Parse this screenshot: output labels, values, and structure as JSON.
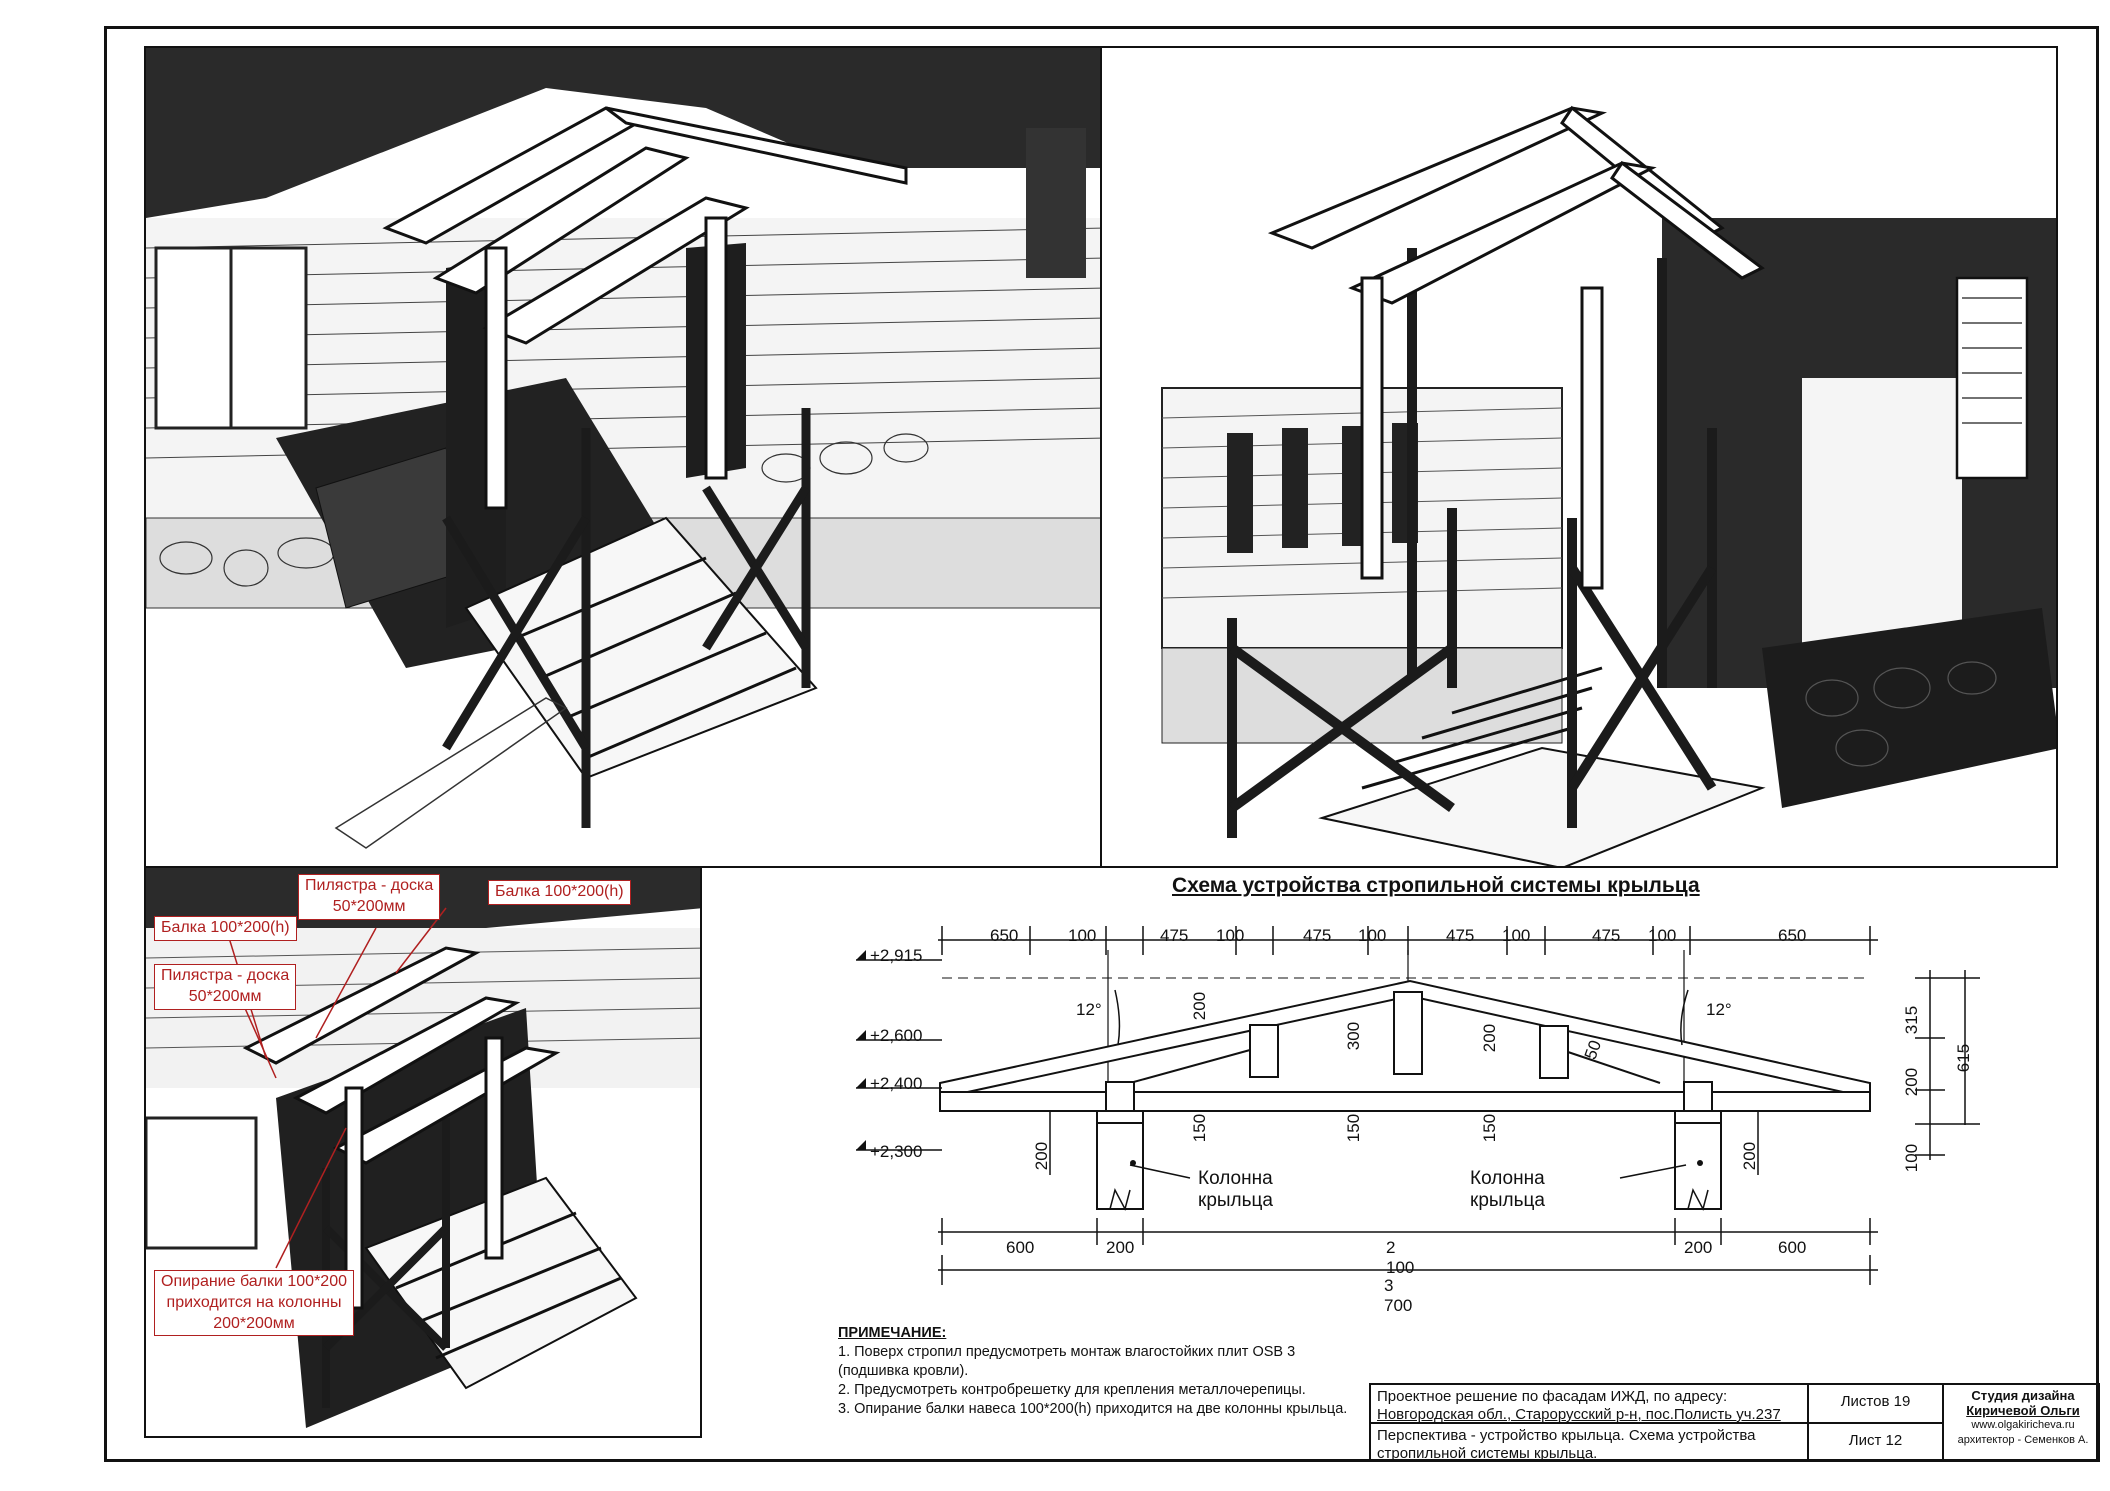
{
  "callouts": {
    "pilaster_top": [
      "Пилястра - доска",
      "50*200мм"
    ],
    "beam_top_right": "Балка 100*200(h)",
    "beam_left": "Балка 100*200(h)",
    "pilaster_left": [
      "Пилястра - доска",
      "50*200мм"
    ],
    "support": [
      "Опирание балки 100*200",
      "приходится на колонны",
      "200*200мм"
    ]
  },
  "scheme": {
    "title": "Схема устройства стропильной системы крыльца",
    "top_dims": [
      "650",
      "100",
      "475",
      "100",
      "475",
      "100",
      "475",
      "100",
      "475",
      "100",
      "650"
    ],
    "levels": [
      "+2,915",
      "+2,600",
      "+2,400",
      "+2,300"
    ],
    "slope": "12°",
    "member_dims": {
      "post_left": "200",
      "post_mid": "300",
      "post_right": "200",
      "strut": "50",
      "column_top": "150"
    },
    "right_dims": {
      "d315": "315",
      "d200": "200",
      "d100": "100",
      "d615": "615"
    },
    "column_dims": {
      "left_h": "200",
      "right_h": "200"
    },
    "column_label": "Колонна крыльца",
    "bottom_dims": [
      "600",
      "200",
      "2 100",
      "200",
      "600"
    ],
    "total": "3 700"
  },
  "notes": {
    "heading": "ПРИМЕЧАНИЕ:",
    "lines": [
      "1. Поверх стропил предусмотреть монтаж влагостойких плит OSB 3 (подшивка кровли).",
      "2. Предусмотреть контробрешетку для крепления металлочерепицы.",
      "3. Опирание балки навеса 100*200(h) приходится на две колонны крыльца."
    ]
  },
  "title_block": {
    "project_line1": "Проектное решение по фасадам ИЖД, по адресу:",
    "project_line2": "Новгородская обл., Старорусский р-н, пос.Полисть уч.237",
    "sheet_title": "Перспектива - устройство крыльца. Схема устройства стропильной системы крыльца.",
    "sheets_total": "Листов 19",
    "sheet_no": "Лист 12",
    "studio_line1": "Студия дизайна",
    "studio_line2": "Киричевой Ольги",
    "website": "www.olgakiricheva.ru",
    "architect": "архитектор - Семенков А."
  }
}
